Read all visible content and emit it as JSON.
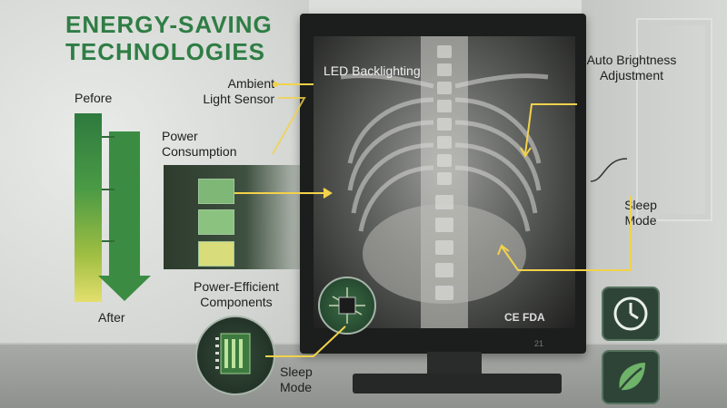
{
  "title": "ENERGY-SAVING TECHNOLOGIES",
  "bar": {
    "before": "Pefore",
    "after": "After"
  },
  "labels": {
    "ambient": "Ambient Light Sensor",
    "led": "LED Backlighting",
    "power_consumption": "Power Consumption",
    "power_efficient": "Power-Efficient Components",
    "sleep_bottom": "Sleep Mode",
    "auto_brightness": "Auto Brightness Adjustment",
    "sleep_right": "Sleep Mode"
  },
  "monitor": {
    "certification": "CE FDA",
    "model": "21"
  },
  "icons": [
    "power-clock-icon",
    "leaf-icon",
    "chip-icon",
    "circuit-board-icon"
  ],
  "colors": {
    "accent": "#2f7d45",
    "callout": "#f2d24a",
    "dark": "#1c1e1d"
  }
}
